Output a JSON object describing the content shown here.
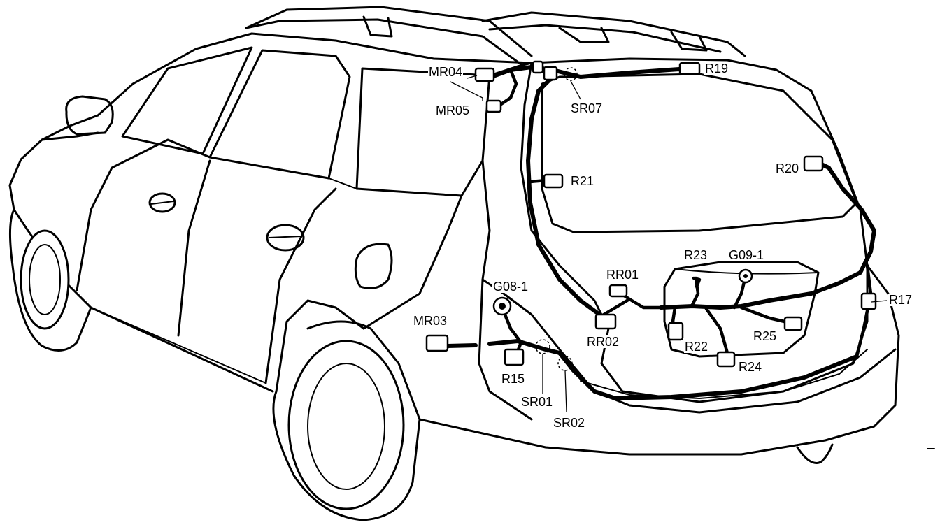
{
  "labels": {
    "MR04": "MR04",
    "MR05": "MR05",
    "SR07": "SR07",
    "R19": "R19",
    "R21": "R21",
    "R20": "R20",
    "R23": "R23",
    "G09_1": "G09-1",
    "RR01": "RR01",
    "G08_1": "G08-1",
    "R17": "R17",
    "MR03": "MR03",
    "RR02": "RR02",
    "R22": "R22",
    "R25": "R25",
    "R15": "R15",
    "R24": "R24",
    "SR01": "SR01",
    "SR02": "SR02"
  }
}
